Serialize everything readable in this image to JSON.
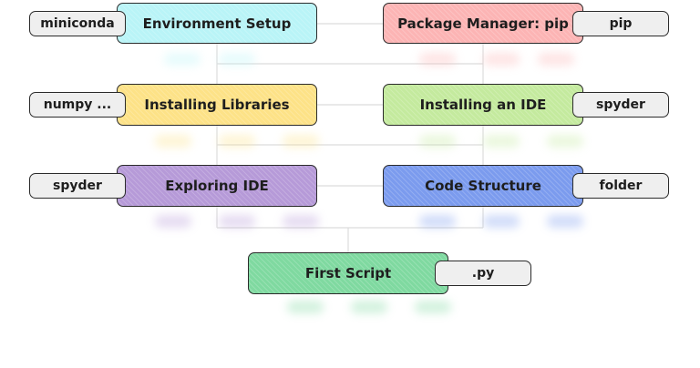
{
  "nodes": [
    {
      "id": "environment-setup",
      "label": "Environment Setup",
      "tag": "miniconda",
      "color": "#b9f4f7"
    },
    {
      "id": "package-manager",
      "label": "Package Manager: pip",
      "tag": "pip",
      "color": "#fcb4b4"
    },
    {
      "id": "installing-libraries",
      "label": "Installing Libraries",
      "tag": "numpy ...",
      "color": "#fde287"
    },
    {
      "id": "installing-ide",
      "label": "Installing an IDE",
      "tag": "spyder",
      "color": "#c4ea9e"
    },
    {
      "id": "exploring-ide",
      "label": "Exploring IDE",
      "tag": "spyder",
      "color": "#b69ad8"
    },
    {
      "id": "code-structure",
      "label": "Code Structure",
      "tag": "folder",
      "color": "#7b9bee"
    },
    {
      "id": "first-script",
      "label": "First Script",
      "tag": ".py",
      "color": "#7fd9a0"
    }
  ]
}
